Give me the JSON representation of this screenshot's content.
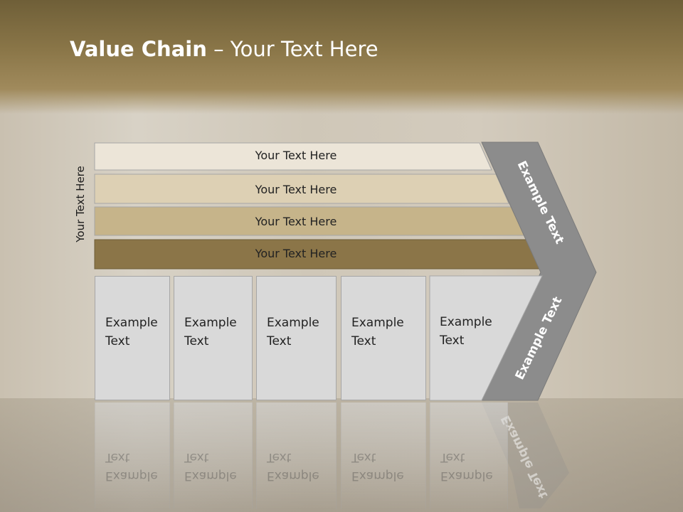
{
  "title": {
    "bold": "Value Chain",
    "rest": " – Your Text Here"
  },
  "vertical_label": "Your Text Here",
  "bars": [
    {
      "label": "Your Text Here",
      "color": "#ece5d8"
    },
    {
      "label": "Your Text Here",
      "color": "#ddd0b4"
    },
    {
      "label": "Your Text Here",
      "color": "#c6b48a"
    },
    {
      "label": "Your Text Here",
      "color": "#8b7548"
    }
  ],
  "chevron": {
    "top_label": "Example Text",
    "bottom_label": "Example Text",
    "color": "#8c8c8c"
  },
  "boxes": [
    {
      "label": "Example\nText"
    },
    {
      "label": "Example\nText"
    },
    {
      "label": "Example\nText"
    },
    {
      "label": "Example\nText"
    },
    {
      "label": "Example\nText"
    }
  ]
}
